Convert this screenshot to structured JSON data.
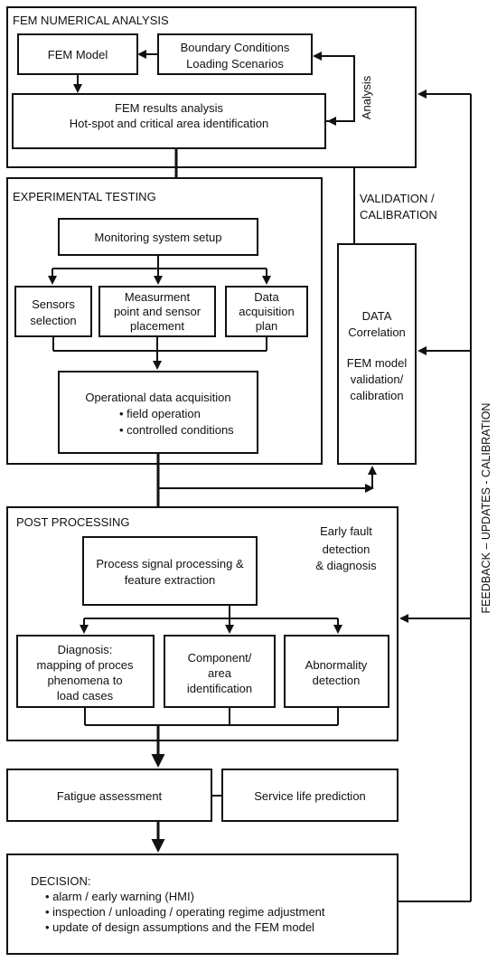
{
  "sections": {
    "fem": "FEM NUMERICAL ANALYSIS",
    "experimental": "EXPERIMENTAL TESTING",
    "post": "POST PROCESSING"
  },
  "fem": {
    "model": "FEM Model",
    "boundary": [
      "Boundary Conditions",
      "Loading Scenarios"
    ],
    "results": [
      "FEM results analysis",
      "Hot-spot and critical area identification"
    ],
    "analysis_label": "Analysis"
  },
  "validation": [
    "VALIDATION  /",
    "CALIBRATION"
  ],
  "data_correlation": [
    "DATA",
    "Correlation",
    "",
    "FEM model",
    "validation/",
    "calibration"
  ],
  "experimental": {
    "monitoring": "Monitoring system setup",
    "sensors": [
      "Sensors",
      "selection"
    ],
    "measurement": [
      "Measurment",
      "point and sensor",
      "placement"
    ],
    "data_acq_plan": [
      "Data",
      "acquisition",
      "plan"
    ],
    "operational": [
      "Operational data acquisition",
      "• field operation",
      "• controlled conditions"
    ]
  },
  "post": {
    "early_fault": [
      "Early fault",
      "detection",
      "& diagnosis"
    ],
    "process": [
      "Process signal processing &",
      "feature extraction"
    ],
    "diagnosis": [
      "Diagnosis:",
      "mapping of proces",
      "phenomena to",
      "load cases"
    ],
    "component": [
      "Component/",
      "area",
      "identification"
    ],
    "abnormality": [
      "Abnormality",
      "detection"
    ]
  },
  "fatigue": "Fatigue assessment",
  "service_life": "Service life prediction",
  "decision": [
    "DECISION:",
    "• alarm / early warning (HMI)",
    "• inspection / unloading / operating regime adjustment",
    "• update of design assumptions and the FEM model"
  ],
  "feedback_label": "FEEDBACK – UPDATES - CALIBRATION"
}
